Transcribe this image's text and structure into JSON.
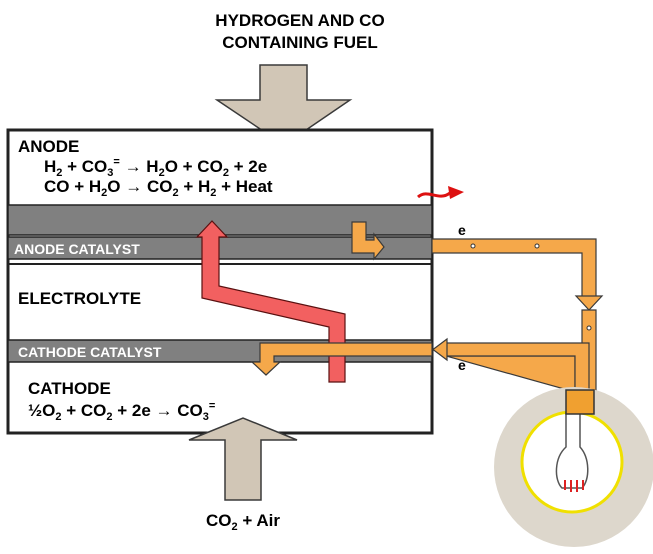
{
  "fuel_label": {
    "line1": "HYDROGEN AND CO",
    "line2": "CONTAINING FUEL"
  },
  "anode": {
    "title": "ANODE",
    "reaction1": {
      "p1": "H",
      "s1": "2",
      "p2": " + CO",
      "s2": "3",
      "sup2": "=",
      "arrow": " → ",
      "p3": "H",
      "s3": "2",
      "p4": "O + CO",
      "s4": "2",
      "p5": " + 2e"
    },
    "reaction2": {
      "p1": "CO + H",
      "s1": "2",
      "p2": "O",
      "arrow": " → ",
      "p3": "CO",
      "s3": "2",
      "p4": " + H",
      "s4": "2",
      "p5": " + Heat"
    }
  },
  "anode_catalyst": "ANODE CATALYST",
  "electrolyte": "ELECTROLYTE",
  "cathode_catalyst": "CATHODE CATALYST",
  "cathode": {
    "title": "CATHODE",
    "reaction": {
      "p1": "½O",
      "s1": "2",
      "p2": " + CO",
      "s2": "2",
      "p3": " + 2e",
      "arrow": " → ",
      "p4": "CO",
      "s4": "3",
      "sup4": "="
    }
  },
  "electron_top": "e",
  "electron_bottom": "e",
  "air_label": {
    "p1": "CO",
    "s1": "2",
    "p2": " + Air"
  },
  "colors": {
    "inlet_arrow": "#d1c6b6",
    "catalyst": "#808080",
    "ion_path": "#f26060",
    "circuit": "#f5a84a",
    "heat_arrow": "#dd1111",
    "bulb_glow": "#ddd7cc",
    "bulb_glass": "#ffff33"
  },
  "icons": [
    "fuel-inlet-arrow",
    "air-inlet-arrow",
    "heat-arrow",
    "light-bulb-icon"
  ]
}
